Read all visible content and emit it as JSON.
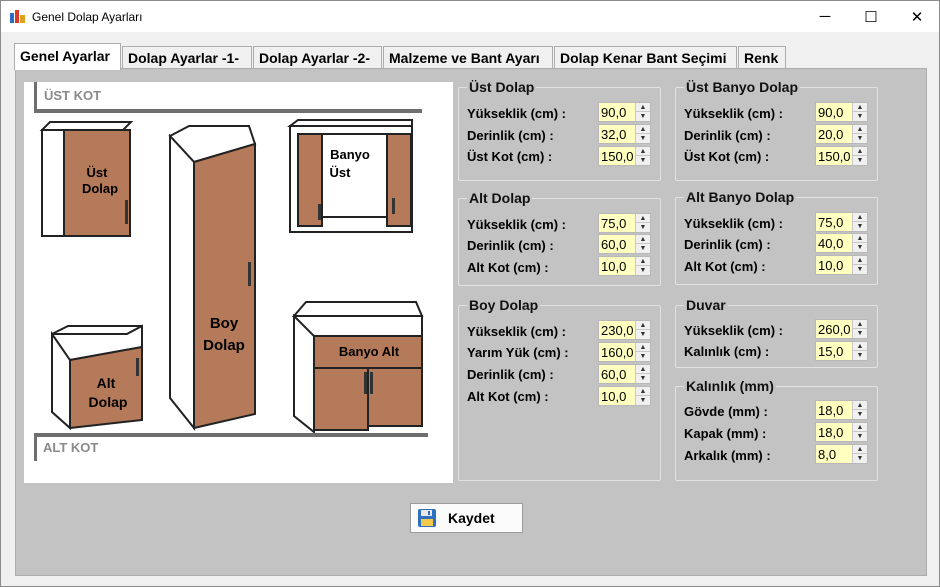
{
  "window": {
    "title": "Genel Dolap Ayarları"
  },
  "tabs": [
    {
      "label": "Genel Ayarlar"
    },
    {
      "label": "Dolap Ayarlar -1-"
    },
    {
      "label": "Dolap Ayarlar -2-"
    },
    {
      "label": "Malzeme ve Bant Ayarı"
    },
    {
      "label": "Dolap Kenar Bant Seçimi"
    },
    {
      "label": "Renk"
    }
  ],
  "drawing": {
    "ust_kot": "ÜST KOT",
    "alt_kot": "ALT KOT",
    "ust_dolap": [
      "Üst",
      "Dolap"
    ],
    "banyo_ust": [
      "Banyo",
      "Üst"
    ],
    "boy_dolap": [
      "Boy",
      "Dolap"
    ],
    "banyo_alt": "Banyo Alt",
    "alt_dolap": [
      "Alt",
      "Dolap"
    ]
  },
  "colors": {
    "cabinet_fill": "#b47a5a",
    "panel": "#c3c3c3",
    "spin_bg": "#ffffc0"
  },
  "groups": {
    "ust_dolap": {
      "title": "Üst Dolap",
      "fields": [
        {
          "label": "Yükseklik (cm) :",
          "value": "90,0"
        },
        {
          "label": "Derinlik (cm) :",
          "value": "32,0"
        },
        {
          "label": "Üst Kot (cm) :",
          "value": "150,0"
        }
      ]
    },
    "alt_dolap": {
      "title": "Alt Dolap",
      "fields": [
        {
          "label": "Yükseklik (cm) :",
          "value": "75,0"
        },
        {
          "label": "Derinlik (cm) :",
          "value": "60,0"
        },
        {
          "label": "Alt Kot (cm) :",
          "value": "10,0"
        }
      ]
    },
    "boy_dolap": {
      "title": "Boy Dolap",
      "fields": [
        {
          "label": "Yükseklik (cm) :",
          "value": "230,0"
        },
        {
          "label": "Yarım Yük (cm) :",
          "value": "160,0"
        },
        {
          "label": "Derinlik (cm) :",
          "value": "60,0"
        },
        {
          "label": "Alt Kot (cm) :",
          "value": "10,0"
        }
      ]
    },
    "ust_banyo": {
      "title": "Üst Banyo Dolap",
      "fields": [
        {
          "label": "Yükseklik (cm) :",
          "value": "90,0"
        },
        {
          "label": "Derinlik (cm) :",
          "value": "20,0"
        },
        {
          "label": "Üst Kot (cm) :",
          "value": "150,0"
        }
      ]
    },
    "alt_banyo": {
      "title": "Alt Banyo Dolap",
      "fields": [
        {
          "label": "Yükseklik (cm) :",
          "value": "75,0"
        },
        {
          "label": "Derinlik (cm) :",
          "value": "40,0"
        },
        {
          "label": "Alt Kot (cm) :",
          "value": "10,0"
        }
      ]
    },
    "duvar": {
      "title": "Duvar",
      "fields": [
        {
          "label": "Yükseklik (cm) :",
          "value": "260,0"
        },
        {
          "label": "Kalınlık (cm) :",
          "value": "15,0"
        }
      ]
    },
    "kalinlik": {
      "title": "Kalınlık (mm)",
      "fields": [
        {
          "label": "Gövde (mm) :",
          "value": "18,0"
        },
        {
          "label": "Kapak (mm) :",
          "value": "18,0"
        },
        {
          "label": "Arkalık (mm) :",
          "value": "8,0"
        }
      ]
    }
  },
  "save_button": {
    "label": "Kaydet",
    "icon": "floppy-disk-icon"
  },
  "window_controls": {
    "minimize": "─",
    "maximize": "☐",
    "close": "✕"
  }
}
